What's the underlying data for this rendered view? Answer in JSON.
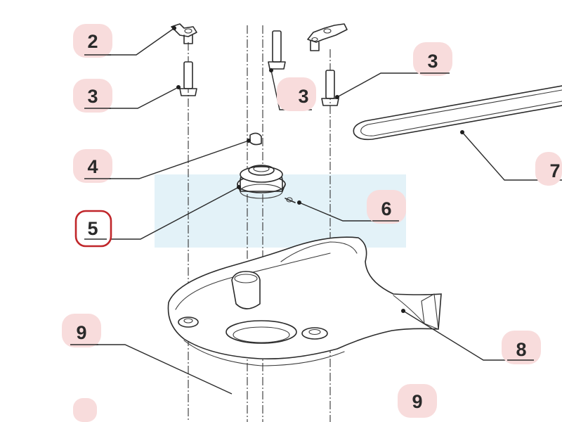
{
  "colors": {
    "callout_fill": "#f8dcdc",
    "highlight_ring": "#c0262a",
    "watermark": "#d7ecf5"
  },
  "highlighted_callout": "5",
  "callouts": [
    {
      "id": "c2-top-left",
      "label": "2"
    },
    {
      "id": "c3-left",
      "label": "3"
    },
    {
      "id": "c3-center",
      "label": "3"
    },
    {
      "id": "c3-right",
      "label": "3"
    },
    {
      "id": "c4",
      "label": "4"
    },
    {
      "id": "c5",
      "label": "5"
    },
    {
      "id": "c6",
      "label": "6"
    },
    {
      "id": "c7",
      "label": "7"
    },
    {
      "id": "c8",
      "label": "8"
    },
    {
      "id": "c9",
      "label": "9"
    },
    {
      "id": "c9-bottom-partial",
      "label": "9"
    }
  ]
}
